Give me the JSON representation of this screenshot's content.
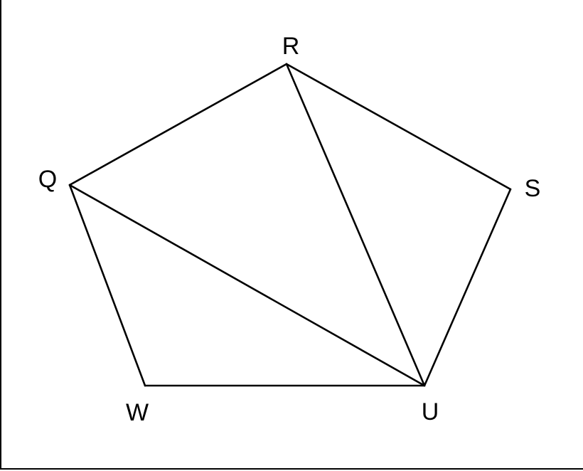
{
  "diagram": {
    "vertices": {
      "R": "R",
      "S": "S",
      "U": "U",
      "W": "W",
      "Q": "Q"
    },
    "edges": [
      [
        "Q",
        "R"
      ],
      [
        "R",
        "S"
      ],
      [
        "S",
        "U"
      ],
      [
        "U",
        "W"
      ],
      [
        "W",
        "Q"
      ],
      [
        "Q",
        "U"
      ],
      [
        "R",
        "U"
      ]
    ],
    "colors": {
      "stroke": "#000000",
      "background": "#ffffff"
    }
  }
}
